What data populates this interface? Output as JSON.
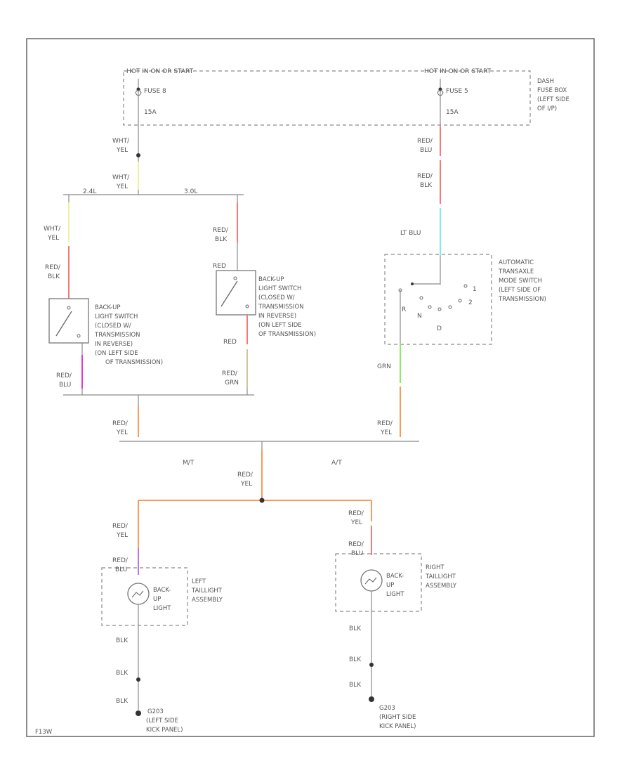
{
  "fuse_box": {
    "feed_left": "HOT IN ON OR START",
    "feed_right": "HOT IN ON OR START",
    "fuse_left": "FUSE 8",
    "fuse_left_amp": "15A",
    "fuse_right": "FUSE 5",
    "fuse_right_amp": "15A",
    "location": [
      "DASH",
      "FUSE BOX",
      "(LEFT SIDE",
      "OF I/P)"
    ]
  },
  "engine_variants": {
    "left": "2.4L",
    "right": "3.0L"
  },
  "wires": {
    "wht_yel": [
      "WHT/",
      "YEL"
    ],
    "red_blk": [
      "RED/",
      "BLK"
    ],
    "red_blu": [
      "RED/",
      "BLU"
    ],
    "red_grn": [
      "RED/",
      "GRN"
    ],
    "red_yel": [
      "RED/",
      "YEL"
    ],
    "lt_blu": "LT BLU",
    "grn": "GRN",
    "blk": "BLK",
    "red": "RED"
  },
  "switch_left": [
    "BACK-UP",
    "LIGHT SWITCH",
    "(CLOSED W/",
    "TRANSMISSION",
    "IN REVERSE)",
    "(ON LEFT SIDE",
    "OF TRANSMISSION)"
  ],
  "switch_right": [
    "BACK-UP",
    "LIGHT SWITCH",
    "(CLOSED W/",
    "TRANSMISSION",
    "IN REVERSE)",
    "(ON LEFT SIDE",
    "OF TRANSMISSION)"
  ],
  "auto_switch": {
    "label": [
      "AUTOMATIC",
      "TRANSAXLE",
      "MODE SWITCH",
      "(LEFT SIDE OF",
      "TRANSMISSION)"
    ],
    "positions": {
      "r": "R",
      "n": "N",
      "d": "D",
      "one": "1",
      "two": "2"
    }
  },
  "branch": {
    "mt": "M/T",
    "at": "A/T"
  },
  "lamp_left": {
    "name": "BACK-UP LIGHT",
    "lines": [
      "BACK-",
      "UP",
      "LIGHT"
    ],
    "assembly": [
      "LEFT",
      "TAILLIGHT",
      "ASSEMBLY"
    ]
  },
  "lamp_right": {
    "name": "BACK-UP LIGHT",
    "lines": [
      "BACK-",
      "UP",
      "LIGHT"
    ],
    "assembly": [
      "RIGHT",
      "TAILLIGHT",
      "ASSEMBLY"
    ]
  },
  "ground_left": [
    "G203",
    "(LEFT SIDE",
    "KICK PANEL)"
  ],
  "ground_right": [
    "G203",
    "(RIGHT SIDE",
    "KICK PANEL)"
  ],
  "footer_code": "F13W",
  "colors": {
    "wht_yel": "#f1ef9c",
    "red_blk": "#f47a7a",
    "red_blu": "#e23ad0",
    "red_grn": "#c9c898",
    "red_yel": "#f79a5a",
    "lt_blu": "#7eeaf3",
    "grn": "#8ee86a",
    "red_blu_lamp": "#b57ae6"
  }
}
